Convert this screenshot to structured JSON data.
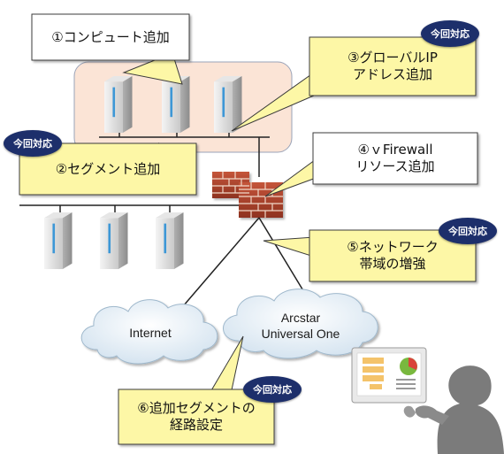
{
  "badge_text": "今回対応",
  "callouts": {
    "compute": "①コンピュート追加",
    "global_ip": "③グローバルIP\nアドレス追加",
    "segment": "②セグメント追加",
    "firewall": "④ｖFirewall\nリソース追加",
    "bandwidth": "⑤ネットワーク\n帯域の増強",
    "routing": "⑥追加セグメントの\n経路設定"
  },
  "clouds": {
    "internet": "Internet",
    "arcstar": "Arcstar\nUniversal One"
  },
  "colors": {
    "callout_fill": "#fdf7a6",
    "callout_border": "#3a3a3a",
    "badge_fill": "#1d2f6b",
    "compute_group_fill": "#fbe4d6",
    "firewall_brick": "#a8402a",
    "cloud_fill": "#e3eef6"
  },
  "icons": [
    "server-icon",
    "firewall-icon",
    "cloud-icon",
    "operator-icon",
    "monitor-icon"
  ]
}
